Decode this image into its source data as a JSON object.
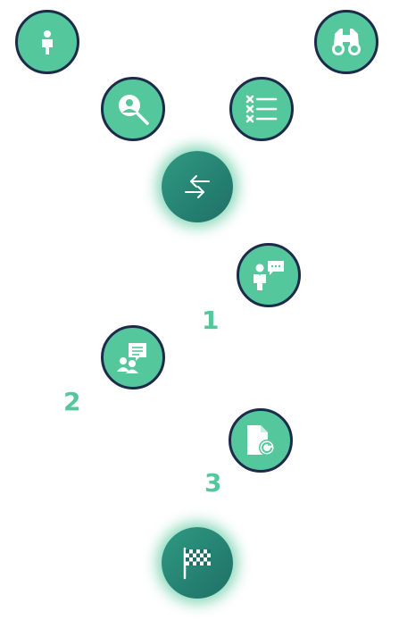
{
  "colors": {
    "node_fill": "#55c79c",
    "node_border": "#1c2b4a",
    "hub_fill": "#25807a",
    "hub_glow": "#55c79c",
    "step_number": "#55c79c",
    "icon": "#ffffff"
  },
  "nodes": [
    {
      "icon": "person-icon"
    },
    {
      "icon": "binoculars-icon"
    },
    {
      "icon": "search-person-icon"
    },
    {
      "icon": "checklist-icon"
    },
    {
      "icon": "exchange-arrows-icon"
    },
    {
      "icon": "speaker-chat-icon"
    },
    {
      "icon": "group-chat-icon"
    },
    {
      "icon": "document-refresh-icon"
    },
    {
      "icon": "checkered-flag-icon"
    }
  ],
  "steps": {
    "one": "1",
    "two": "2",
    "three": "3"
  }
}
